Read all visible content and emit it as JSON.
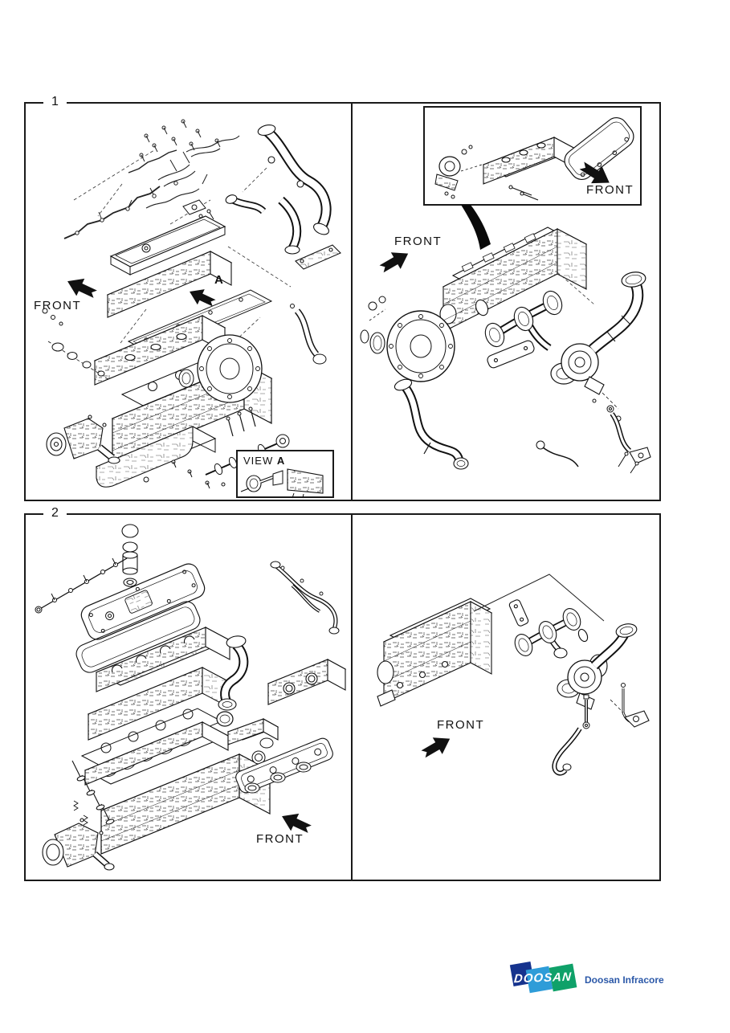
{
  "p1": {
    "number": "1",
    "left": {
      "front": "FRONT",
      "marker": "A",
      "view_label": "VIEW",
      "view_marker": "A"
    },
    "right": {
      "front": "FRONT",
      "inset_front": "FRONT"
    }
  },
  "p2": {
    "number": "2",
    "left": {
      "front": "FRONT"
    },
    "right": {
      "front": "FRONT"
    }
  },
  "footer": {
    "logo_text": "DOOSAN",
    "brand_text": "Doosan Infracore",
    "colors": {
      "navy": "#16338e",
      "light_blue": "#2e9cd8",
      "green": "#0fa169",
      "brand_blue": "#2b58a8"
    }
  }
}
